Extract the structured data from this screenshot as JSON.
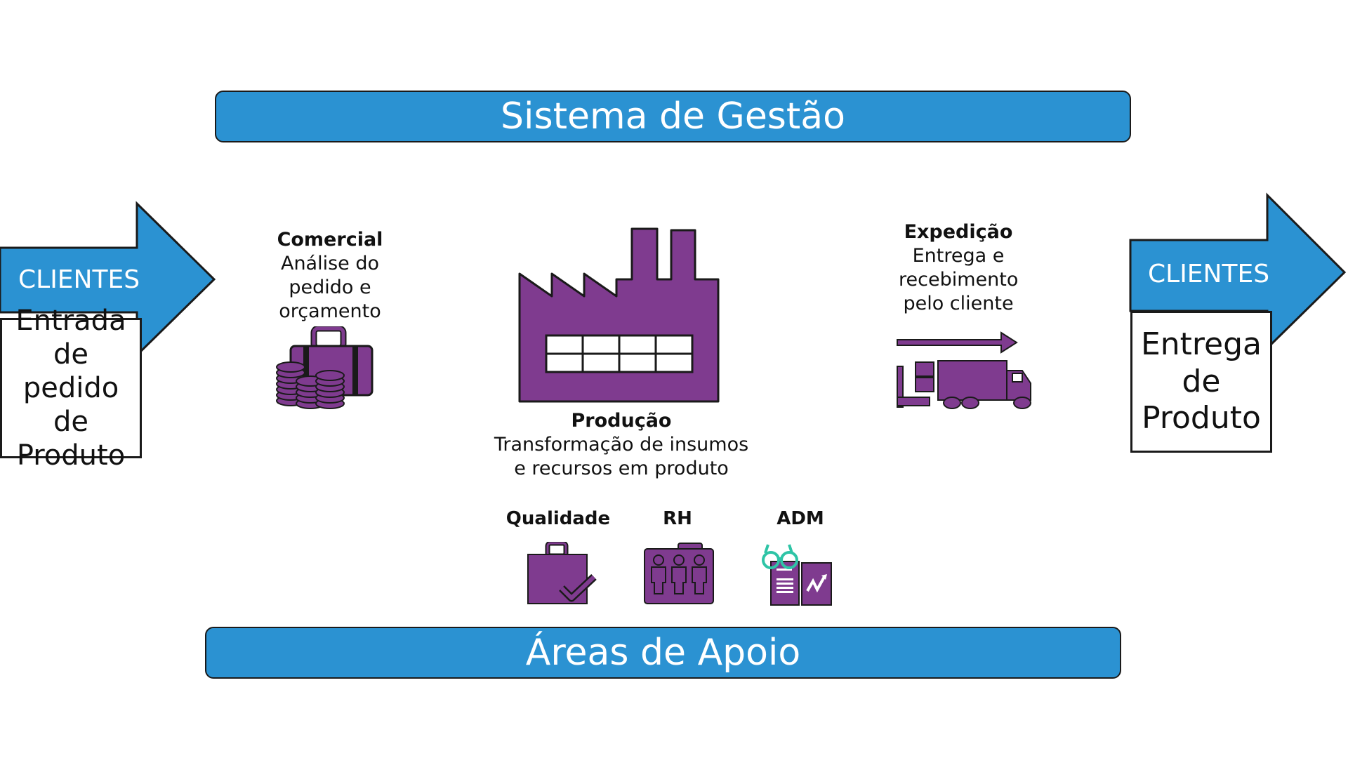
{
  "header": {
    "title": "Sistema de Gestão"
  },
  "footer": {
    "title": "Áreas de Apoio"
  },
  "colors": {
    "bar_blue": "#2b92d2",
    "icon_purple": "#7f3b8f",
    "glasses_teal": "#2ec4a6"
  },
  "left_arrow": {
    "label": "CLIENTES",
    "box_text": "Entrada de pedido de Produto"
  },
  "right_arrow": {
    "label": "CLIENTES",
    "box_text": "Entrega de Produto"
  },
  "comercial": {
    "title": "Comercial",
    "description": "Análise do pedido e orçamento",
    "icon": "briefcase-money-icon"
  },
  "producao": {
    "title": "Produção",
    "description": "Transformação de insumos e recursos em produto",
    "icon": "factory-icon"
  },
  "expedicao": {
    "title": "Expedição",
    "description": "Entrega e recebimento pelo cliente",
    "icon": "delivery-truck-icon"
  },
  "support": {
    "qualidade": {
      "title": "Qualidade",
      "icon": "quality-check-icon"
    },
    "rh": {
      "title": "RH",
      "icon": "team-icon"
    },
    "adm": {
      "title": "ADM",
      "icon": "admin-report-icon"
    }
  }
}
